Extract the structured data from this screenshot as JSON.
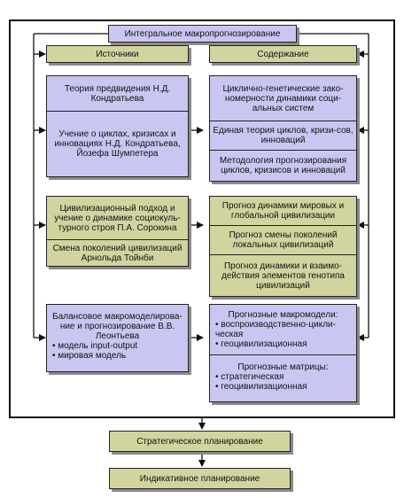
{
  "title": "Интегральное макропрогнозирование",
  "headers": {
    "sources": "Источники",
    "content": "Содержание"
  },
  "left_groups": [
    {
      "cells": [
        "Теория предвидения Н.Д. Кондратьева",
        "Учение о циклах, кризисах и инновациях Н.Д. Кондратьева, Йозефа Шумпетера"
      ]
    },
    {
      "cells": [
        "Цивилизационный подход и учение о динамике социокуль-турного строя П.А. Сорокина",
        "Смена поколений цивилизаций Арнольда Тойнби"
      ]
    },
    {
      "intro": "Балансовое макромоделирова-ние и прогнозирование В.В. Леонтьева",
      "bullets": [
        "модель input-output",
        "мировая модель"
      ]
    }
  ],
  "right_groups": [
    {
      "cells": [
        "Циклично-генетические зако-номерности динамики соци-альных систем",
        "Единая теория циклов, кризи-сов, инноваций",
        "Методология прогнозирования циклов, кризисов и инноваций"
      ]
    },
    {
      "cells": [
        "Прогноз динамики мировых и глобальной цивилизации",
        "Прогноз смены поколений локальных цивилизаций",
        "Прогноз динамики и взаимо-действия элементов генотипа цивилизаций"
      ]
    },
    {
      "blocks": [
        {
          "heading": "Прогнозные макромодели:",
          "bullets": [
            "воспроизводственно-цикли-ческая",
            "геоцивилизационная"
          ]
        },
        {
          "heading": "Прогнозные матрицы:",
          "bullets": [
            "стратегическая",
            "геоцивилизационная"
          ]
        }
      ]
    }
  ],
  "bottom": [
    "Стратегическое планирование",
    "Индикативное планирование"
  ],
  "colors": {
    "lavender": "#c9c7f1",
    "olive": "#d2d49f",
    "shadow": "#8a8a8a"
  }
}
